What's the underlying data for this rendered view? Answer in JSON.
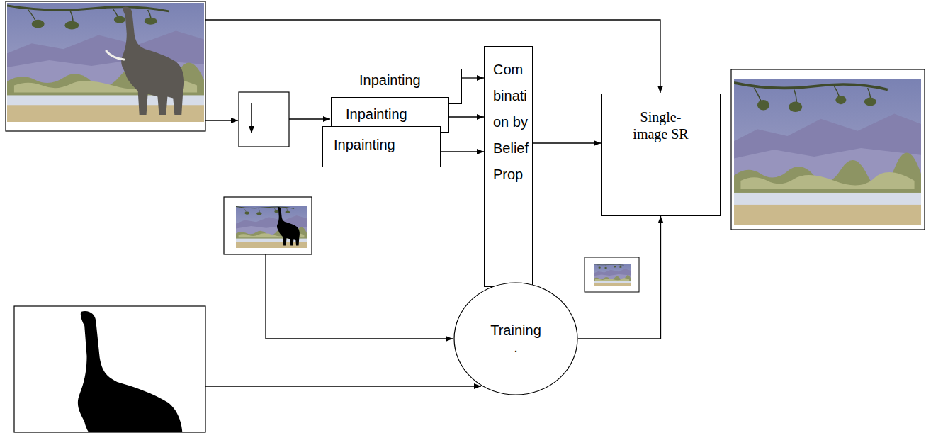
{
  "diagram": {
    "nodes": [
      {
        "text": [
          "Inpainting"
        ]
      },
      {
        "text": [
          "Inpainting"
        ]
      },
      {
        "text": [
          "Inpainting"
        ]
      },
      {
        "text": [
          "Combination by Belief Prop"
        ]
      },
      {
        "text": [
          "Single-image SR"
        ]
      },
      {
        "text": [
          "Training",
          "."
        ]
      }
    ],
    "edges": [
      {
        "from": 0,
        "to": 3,
        "arrow": "to"
      },
      {
        "from": 1,
        "to": 3,
        "arrow": "to"
      },
      {
        "from": 2,
        "to": 3,
        "arrow": "to"
      },
      {
        "from": 3,
        "to": 4,
        "arrow": "to"
      },
      {
        "from": 5,
        "to": 4,
        "arrow": "to"
      }
    ]
  }
}
